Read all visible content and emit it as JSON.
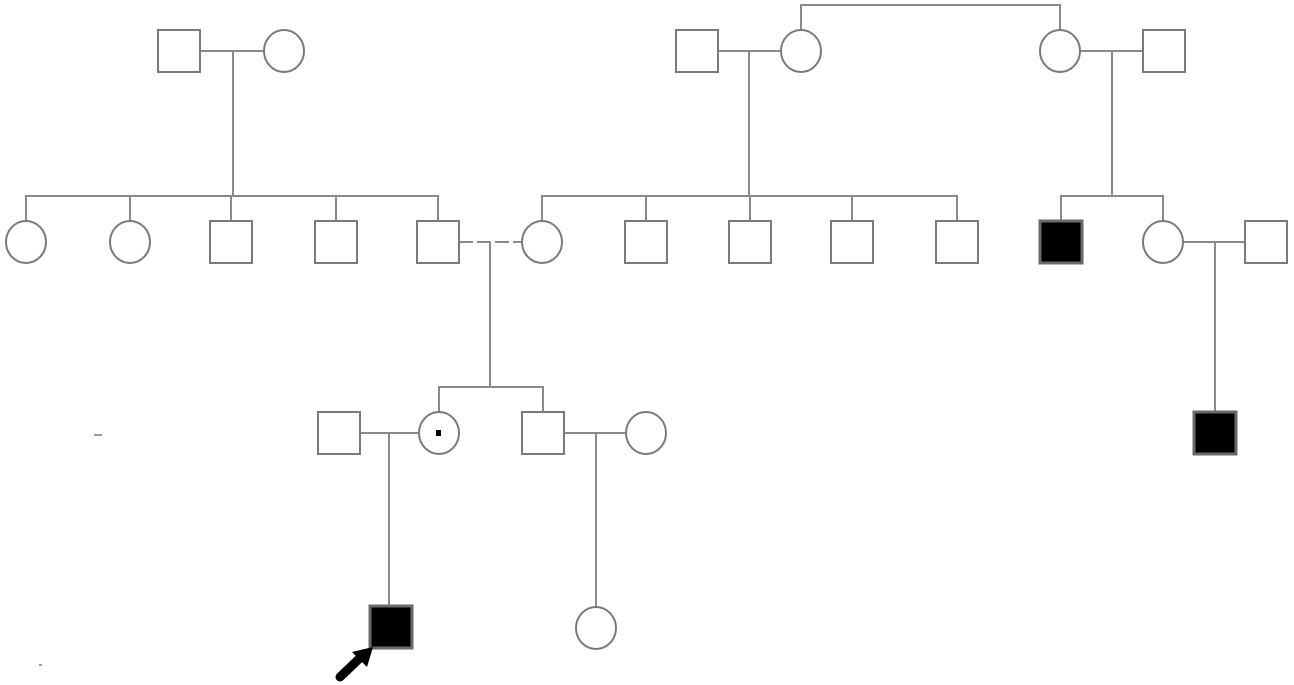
{
  "diagram": {
    "type": "pedigree",
    "colors": {
      "line": "#8a8a8a",
      "affected": "#000000",
      "unaffected": "#ffffff"
    },
    "individuals": [
      {
        "id": "I1",
        "sex": "male",
        "status": "unaffected"
      },
      {
        "id": "I2",
        "sex": "female",
        "status": "unaffected"
      },
      {
        "id": "I3",
        "sex": "male",
        "status": "unaffected"
      },
      {
        "id": "I4",
        "sex": "female",
        "status": "unaffected"
      },
      {
        "id": "I5",
        "sex": "female",
        "status": "unaffected"
      },
      {
        "id": "I6",
        "sex": "male",
        "status": "unaffected"
      },
      {
        "id": "II1",
        "sex": "female",
        "status": "unaffected"
      },
      {
        "id": "II2",
        "sex": "female",
        "status": "unaffected"
      },
      {
        "id": "II3",
        "sex": "male",
        "status": "unaffected"
      },
      {
        "id": "II4",
        "sex": "male",
        "status": "unaffected"
      },
      {
        "id": "II5",
        "sex": "male",
        "status": "unaffected"
      },
      {
        "id": "II6",
        "sex": "female",
        "status": "unaffected"
      },
      {
        "id": "II7",
        "sex": "male",
        "status": "unaffected"
      },
      {
        "id": "II8",
        "sex": "male",
        "status": "unaffected"
      },
      {
        "id": "II9",
        "sex": "male",
        "status": "unaffected"
      },
      {
        "id": "II10",
        "sex": "male",
        "status": "unaffected"
      },
      {
        "id": "II11",
        "sex": "male",
        "status": "affected"
      },
      {
        "id": "II12",
        "sex": "female",
        "status": "unaffected"
      },
      {
        "id": "II13",
        "sex": "male",
        "status": "unaffected"
      },
      {
        "id": "III1",
        "sex": "male",
        "status": "unaffected"
      },
      {
        "id": "III2",
        "sex": "female",
        "status": "carrier"
      },
      {
        "id": "III3",
        "sex": "male",
        "status": "unaffected"
      },
      {
        "id": "III4",
        "sex": "female",
        "status": "unaffected"
      },
      {
        "id": "III5",
        "sex": "male",
        "status": "affected"
      },
      {
        "id": "IV1",
        "sex": "male",
        "status": "affected",
        "proband": true
      },
      {
        "id": "IV2",
        "sex": "female",
        "status": "unaffected"
      }
    ]
  }
}
